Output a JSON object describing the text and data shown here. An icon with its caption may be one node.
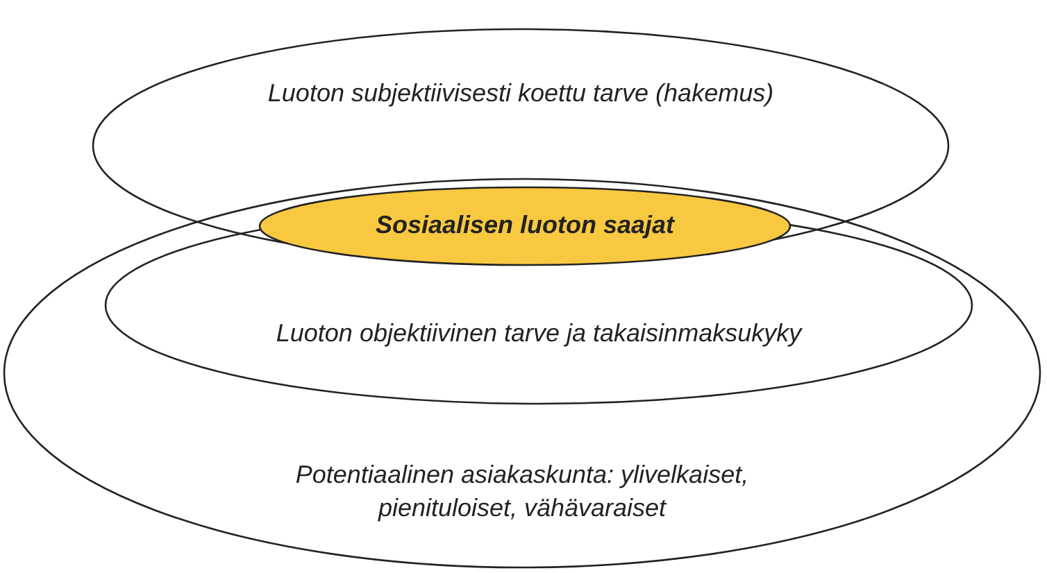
{
  "diagram": {
    "nodes": [
      {
        "text": [
          "Luoton subjektiivisesti koettu tarve (hakemus)"
        ]
      },
      {
        "text": [
          "Sosiaalisen luoton saajat"
        ]
      },
      {
        "text": [
          "Potentiaalinen asiakaskunta: ylivelkaiset, pienituloiset, vähävaraiset"
        ]
      },
      {
        "text": [
          "Luoton objektiivinen tarve ja takaisinmaksukyky"
        ],
        "in": 2
      }
    ]
  }
}
